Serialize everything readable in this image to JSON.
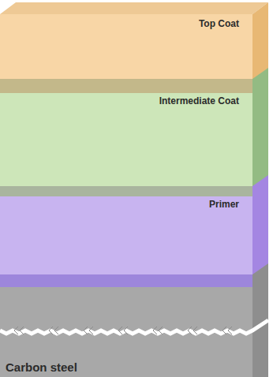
{
  "diagram": {
    "nodes": [
      {
        "text": [
          "Top Coat"
        ]
      },
      {
        "text": [
          "Intermediate Coat"
        ]
      },
      {
        "text": [
          "Primer"
        ]
      },
      {
        "text": [
          "Carbon steel"
        ]
      }
    ]
  }
}
